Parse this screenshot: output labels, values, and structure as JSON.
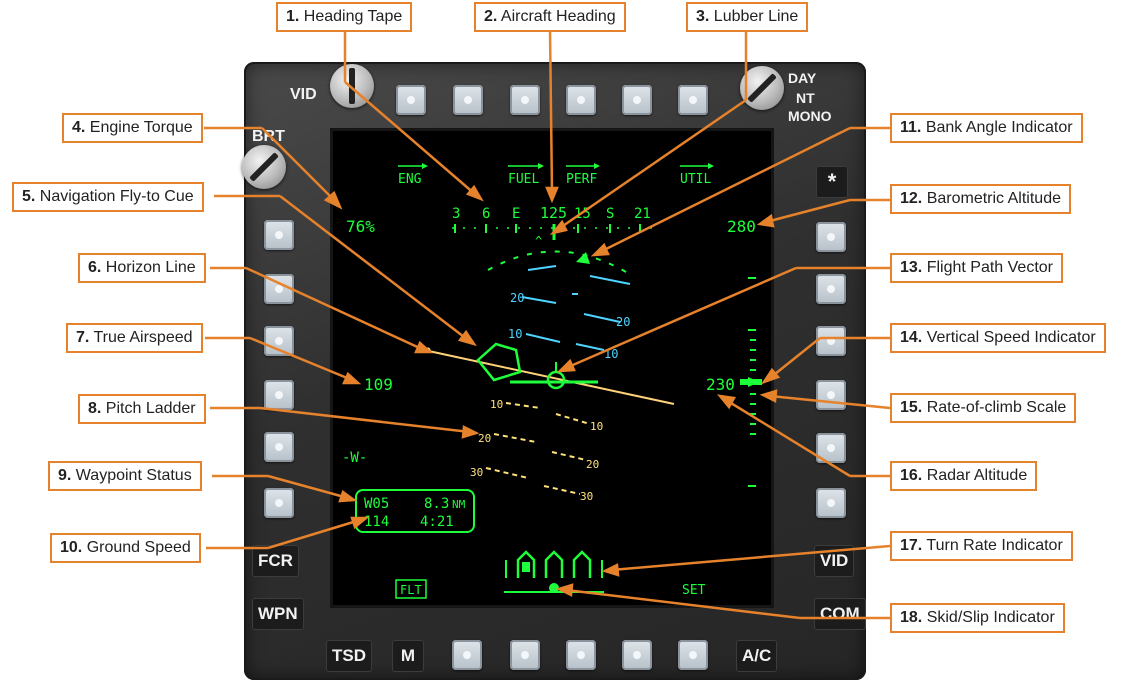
{
  "display": {
    "knobs": {
      "vid": "VID",
      "brt": "BRT",
      "mode_day": "DAY",
      "mode_nt": "NT",
      "mode_mono": "MONO"
    },
    "side_keys": {
      "fcr": "FCR",
      "wpn": "WPN",
      "tsd": "TSD",
      "m": "M",
      "ac": "A/C",
      "vid": "VID",
      "com": "COM",
      "star": "*"
    },
    "menu": {
      "eng": "ENG",
      "fuel": "FUEL",
      "perf": "PERF",
      "util": "UTIL",
      "flt": "FLT",
      "set": "SET"
    },
    "heading_tape": [
      "3",
      "6",
      "E",
      "125",
      "15",
      "S",
      "21"
    ],
    "engine_torque": "76%",
    "barometric_altitude": "280",
    "true_airspeed": "109",
    "radar_altitude": "230",
    "waypoint_marker": "-W-",
    "waypoint": {
      "id": "W05",
      "distance": "8.3",
      "unit": "NM",
      "ground_speed": "114",
      "time": "4:21"
    },
    "pitch_labels": {
      "cyan_upper": [
        "20",
        "20",
        "10",
        "10"
      ],
      "yellow_lower": [
        "10",
        "10",
        "20",
        "20",
        "30",
        "30"
      ]
    }
  },
  "callouts": [
    {
      "num": "1.",
      "text": "Heading Tape"
    },
    {
      "num": "2.",
      "text": "Aircraft Heading"
    },
    {
      "num": "3.",
      "text": "Lubber Line"
    },
    {
      "num": "4.",
      "text": "Engine Torque"
    },
    {
      "num": "5.",
      "text": "Navigation Fly-to Cue"
    },
    {
      "num": "6.",
      "text": "Horizon Line"
    },
    {
      "num": "7.",
      "text": "True Airspeed"
    },
    {
      "num": "8.",
      "text": "Pitch Ladder"
    },
    {
      "num": "9.",
      "text": "Waypoint Status"
    },
    {
      "num": "10.",
      "text": "Ground Speed"
    },
    {
      "num": "11.",
      "text": "Bank Angle Indicator"
    },
    {
      "num": "12.",
      "text": "Barometric Altitude"
    },
    {
      "num": "13.",
      "text": "Flight Path Vector"
    },
    {
      "num": "14.",
      "text": "Vertical Speed Indicator"
    },
    {
      "num": "15.",
      "text": "Rate-of-climb Scale"
    },
    {
      "num": "16.",
      "text": "Radar Altitude"
    },
    {
      "num": "17.",
      "text": "Turn Rate Indicator"
    },
    {
      "num": "18.",
      "text": "Skid/Slip Indicator"
    }
  ],
  "colors": {
    "callout_border": "#e5822b",
    "symbology": "#1dff3a",
    "pitch_upper": "#4fd3ff",
    "pitch_lower": "#ffe27a",
    "horizon": "#ffd27a"
  }
}
